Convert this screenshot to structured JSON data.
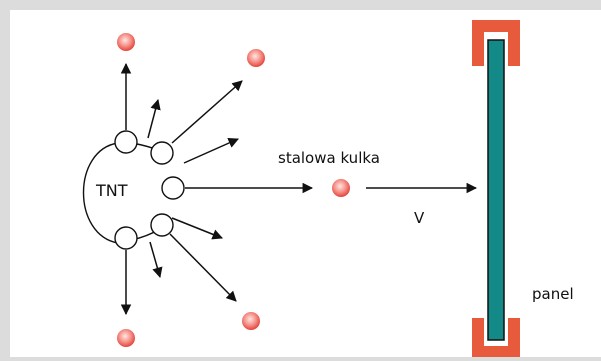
{
  "labels": {
    "explosive": "TNT",
    "ball": "stalowa kulka",
    "velocity": "V",
    "panel": "panel"
  },
  "colors": {
    "background": "#dcdcdc",
    "canvas": "#ffffff",
    "ball_fill": "#f07a72",
    "ball_highlight": "#fbd1cc",
    "panel_core": "#148a88",
    "panel_frame": "#e85a3c",
    "stroke": "#111111"
  },
  "icons": [
    "red-steel-ball-icon",
    "arrow-icon",
    "tnt-charge-icon",
    "panel-icon"
  ]
}
